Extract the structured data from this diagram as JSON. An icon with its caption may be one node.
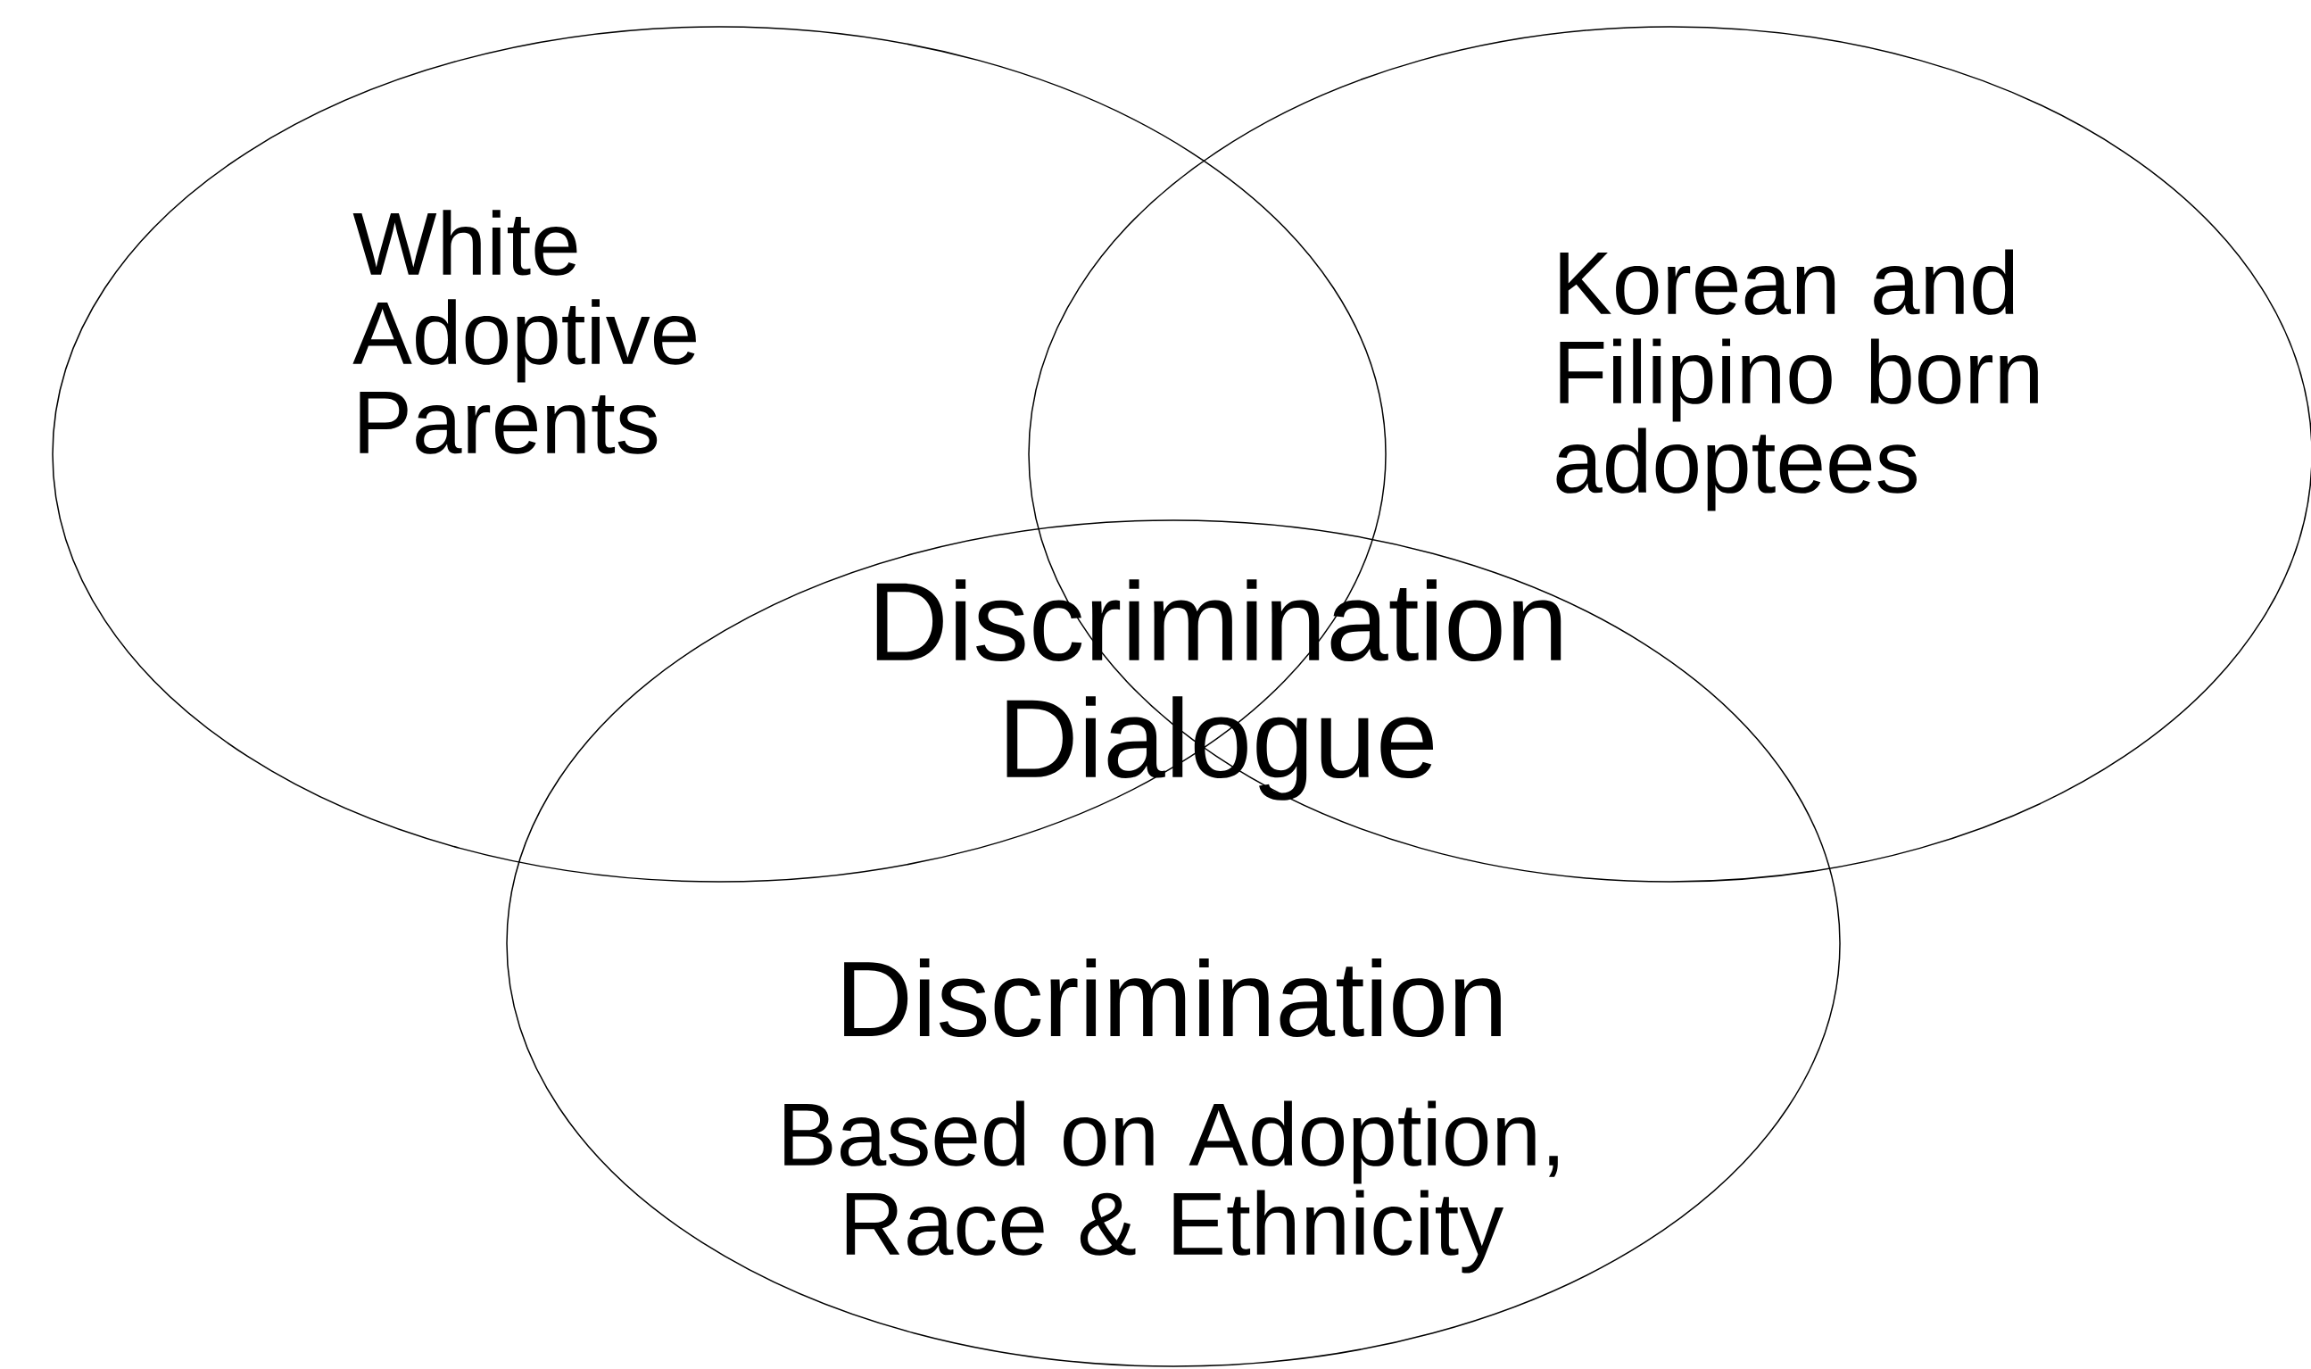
{
  "diagram": {
    "nodes": [
      {
        "text": [
          "White Adoptive Parents"
        ]
      },
      {
        "text": [
          "Korean and Filipino born adoptees"
        ]
      },
      {
        "text": [
          "Discrimination",
          "Based on Adoption, Race & Ethnicity"
        ]
      }
    ],
    "labels": [
      "Discrimination Dialogue"
    ]
  }
}
